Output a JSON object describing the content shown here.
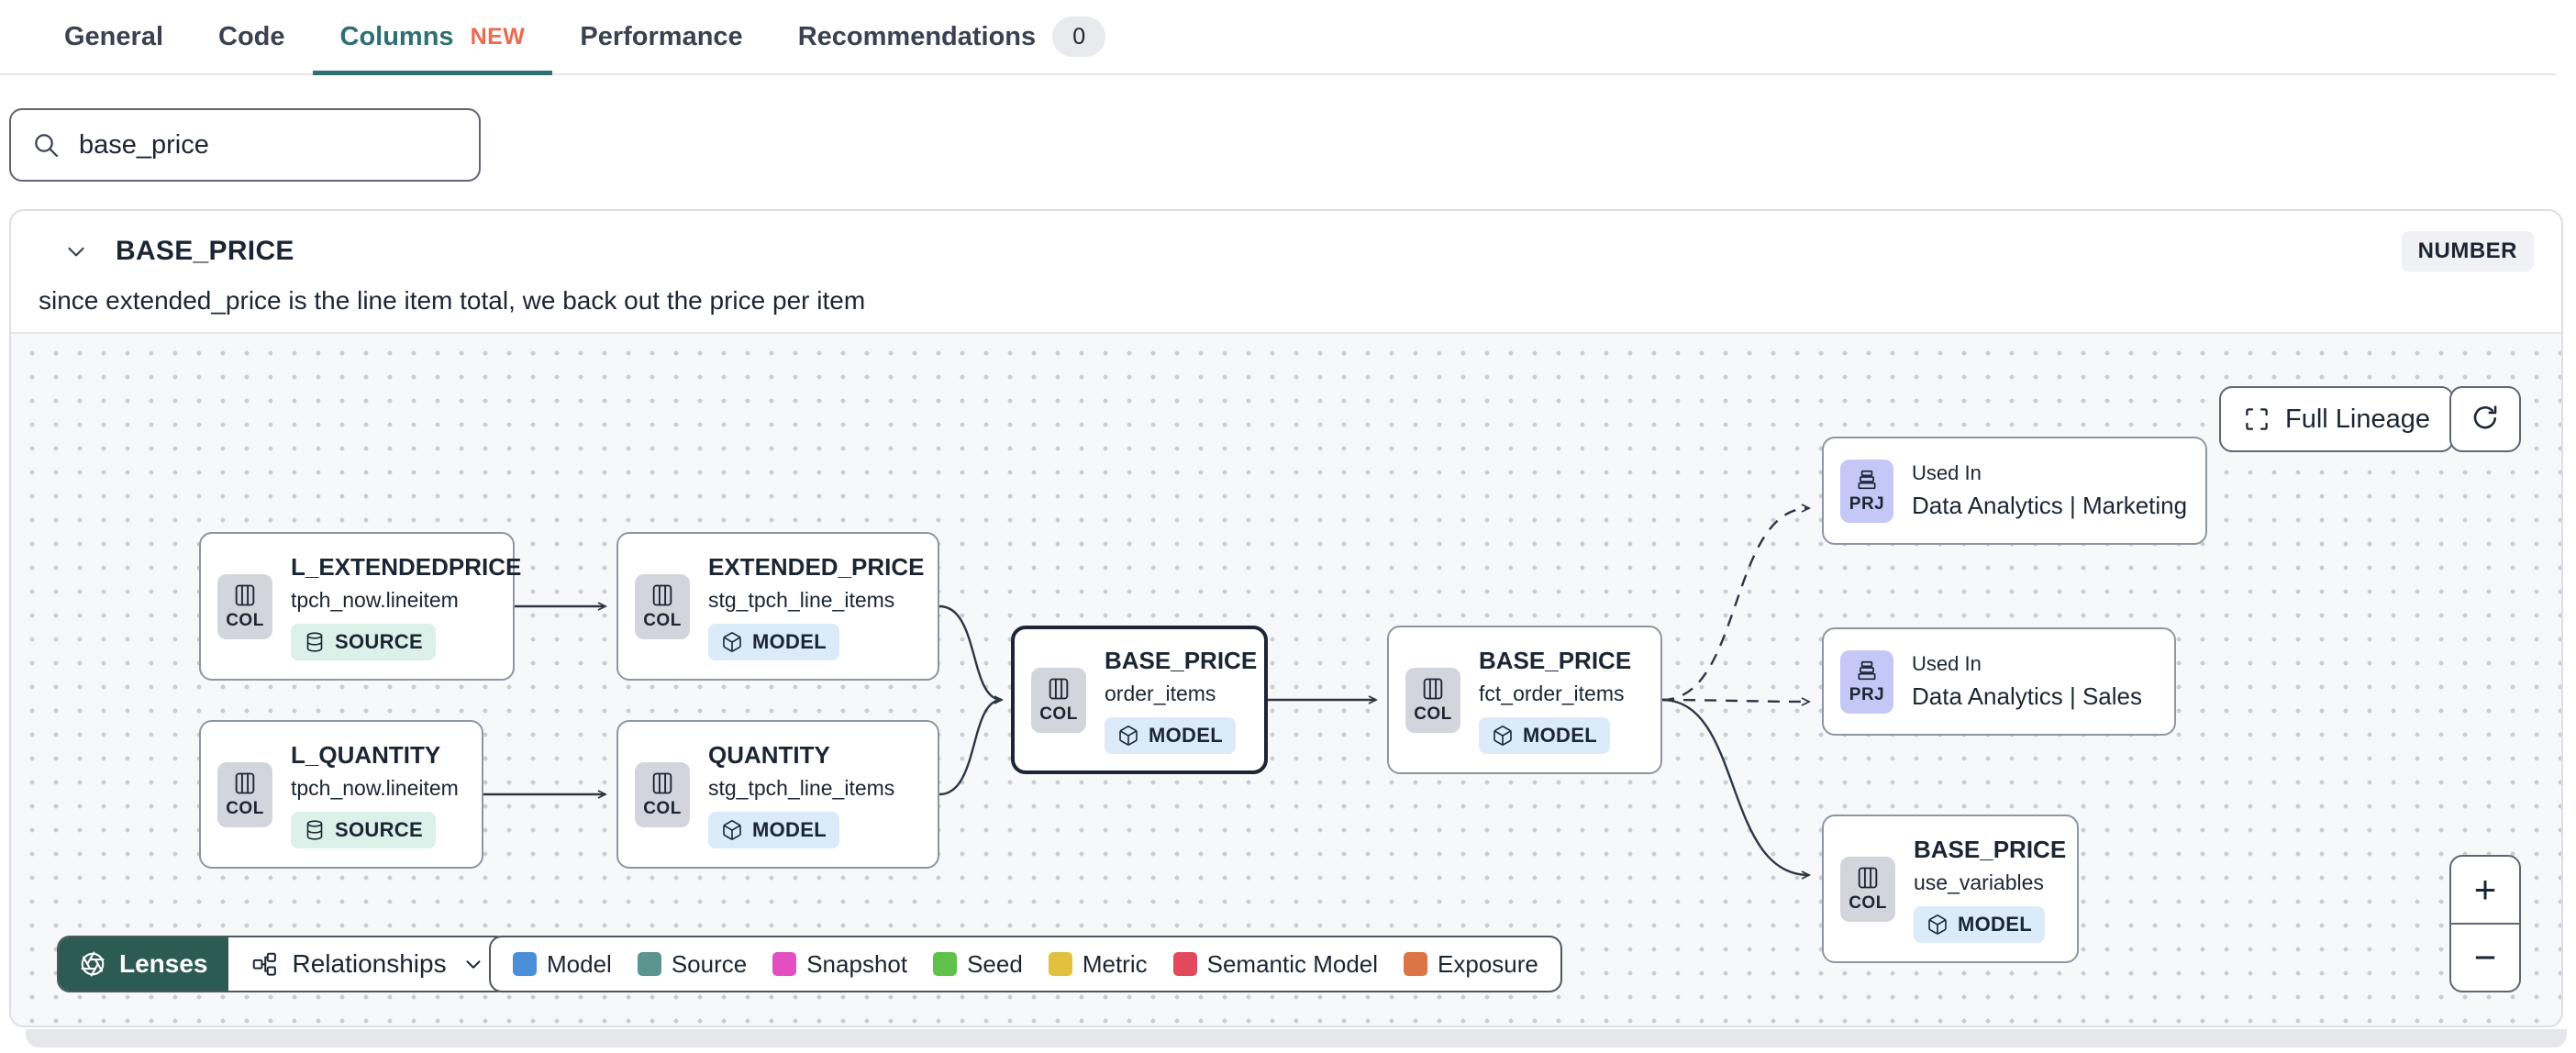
{
  "tabs": {
    "items": [
      {
        "label": "General"
      },
      {
        "label": "Code"
      },
      {
        "label": "Columns",
        "badge": "NEW",
        "active": true
      },
      {
        "label": "Performance"
      },
      {
        "label": "Recommendations",
        "count": "0"
      }
    ]
  },
  "search": {
    "value": "base_price"
  },
  "panel": {
    "title": "BASE_PRICE",
    "type_badge": "NUMBER",
    "description": "since extended_price is the line item total, we back out the price per item"
  },
  "lineage": {
    "controls": {
      "full_lineage_label": "Full Lineage",
      "zoom_in_label": "+",
      "zoom_out_label": "−"
    },
    "nodes": [
      {
        "tag": "COL",
        "title": "L_EXTENDEDPRICE",
        "subtitle": "tpch_now.lineitem",
        "badge": "SOURCE"
      },
      {
        "tag": "COL",
        "title": "EXTENDED_PRICE",
        "subtitle": "stg_tpch_line_items",
        "badge": "MODEL"
      },
      {
        "tag": "COL",
        "title": "L_QUANTITY",
        "subtitle": "tpch_now.lineitem",
        "badge": "SOURCE"
      },
      {
        "tag": "COL",
        "title": "QUANTITY",
        "subtitle": "stg_tpch_line_items",
        "badge": "MODEL"
      },
      {
        "tag": "COL",
        "title": "BASE_PRICE",
        "subtitle": "order_items",
        "badge": "MODEL",
        "selected": true
      },
      {
        "tag": "COL",
        "title": "BASE_PRICE",
        "subtitle": "fct_order_items",
        "badge": "MODEL"
      },
      {
        "tag": "PRJ",
        "label": "Used In",
        "title": "Data Analytics | Marketing"
      },
      {
        "tag": "PRJ",
        "label": "Used In",
        "title": "Data Analytics | Sales"
      },
      {
        "tag": "COL",
        "title": "BASE_PRICE",
        "subtitle": "use_variables",
        "badge": "MODEL"
      }
    ],
    "footer": {
      "lenses_label": "Lenses",
      "relationships_label": "Relationships",
      "legend": [
        {
          "label": "Model",
          "color": "#4A90D9"
        },
        {
          "label": "Source",
          "color": "#5C948F"
        },
        {
          "label": "Snapshot",
          "color": "#E34FC0"
        },
        {
          "label": "Seed",
          "color": "#5FC14A"
        },
        {
          "label": "Metric",
          "color": "#E2C13F"
        },
        {
          "label": "Semantic Model",
          "color": "#E2495C"
        },
        {
          "label": "Exposure",
          "color": "#DC7445"
        }
      ]
    }
  },
  "theme": {
    "accent": "#2F6F73",
    "new_badge": "#EC6A4E",
    "lenses_bg": "#2B5B52",
    "selected_border": "#1B2533",
    "source_pill_bg": "#DCF1EA",
    "model_pill_bg": "#DBEBFA",
    "col_tag_bg": "#D3D5DC",
    "prj_tag_bg": "#C5C8F6"
  }
}
